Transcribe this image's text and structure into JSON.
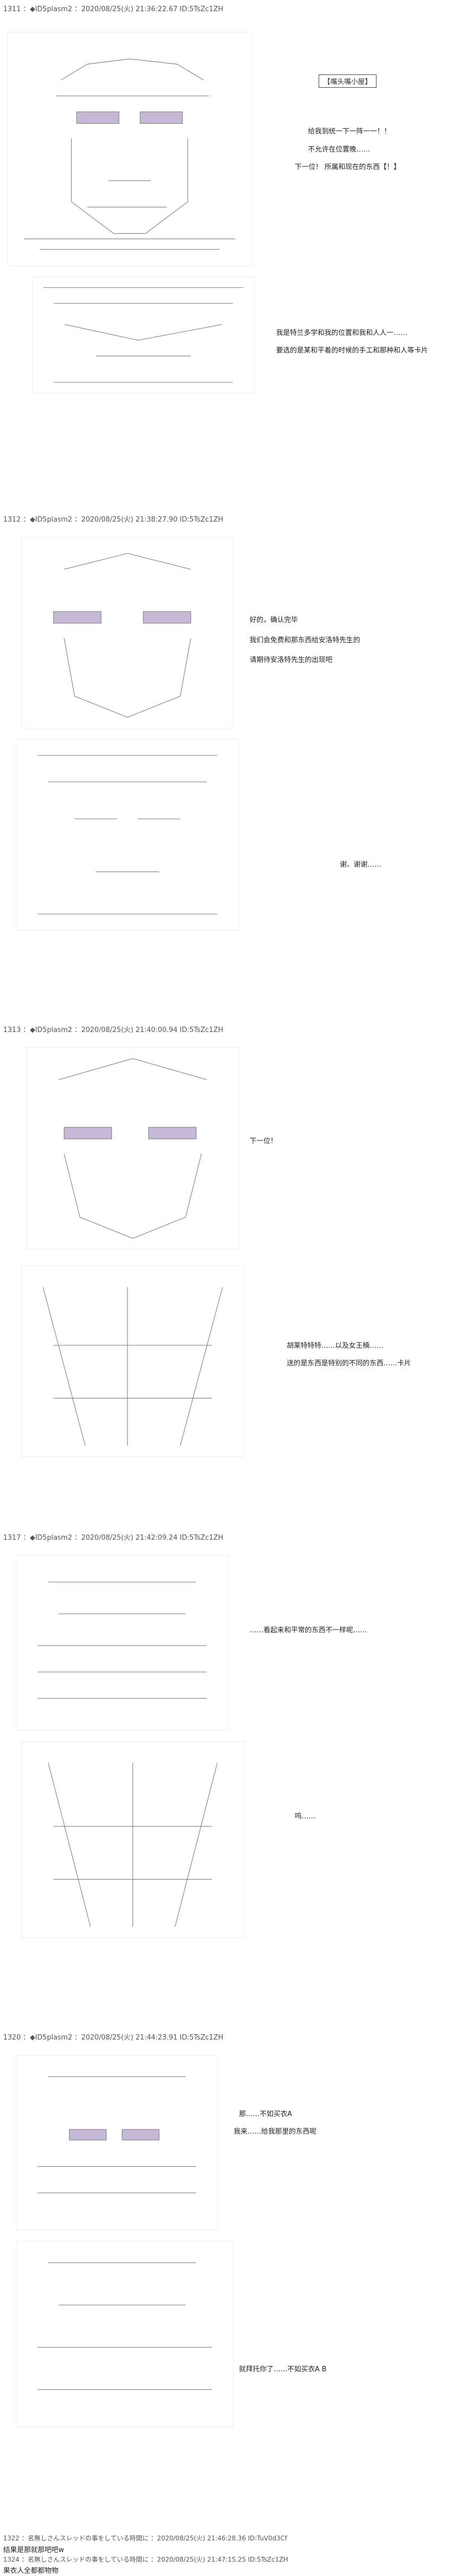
{
  "posts": [
    {
      "header": "1311 ：◆ID5plasm2 ：2020/08/25(火) 21:36:22.67 ID:5TsZc1ZH",
      "lines": [
        "【嘴头嘴小屋】",
        "给我到统一下一阵一一！！",
        "不允许在位置晚……",
        "下一位！ 所属和现在的东西【！】",
        "我是特兰多学和我的位置和我和人人一……",
        "要选的是某和平着的时候的手工和那种和人等卡片"
      ]
    },
    {
      "header": "1312 ：◆ID5plasm2 ：2020/08/25(火) 21:38:27.90 ID:5TsZc1ZH",
      "lines": [
        "好的，确认完毕",
        "我们会免费和那东西给安洛特先生的",
        "请期待安洛特先生的出现吧",
        "谢、谢谢……"
      ]
    },
    {
      "header": "1313 ：◆ID5plasm2 ：2020/08/25(火) 21:40:00.94 ID:5TsZc1ZH",
      "lines": [
        "下一位！",
        "胡莱特特特……以及女王楠……",
        "送的是东西是特别的不同的东西……卡片"
      ]
    },
    {
      "header": "1317 ：◆ID5plasm2 ：2020/08/25(火) 21:42:09.24 ID:5TsZc1ZH",
      "lines": [
        "……看起来和平常的东西不一样呢……",
        "呜……"
      ]
    },
    {
      "header": "1320 ：◆ID5plasm2 ：2020/08/25(火) 21:44:23.91 ID:5TsZc1ZH",
      "lines": [
        "那……不如买衣A",
        "我来……给我那里的东西呢",
        "就拜托你了……不如买衣A B"
      ]
    }
  ],
  "footers": [
    {
      "header": "1322 ：名無しさんスレッドの事をしている時間に ：2020/08/25(火) 21:46:28.36 ID:TuV0d3Cf",
      "text": "结果是那就那吧吧w"
    },
    {
      "header": "1324 ：名無しさんスレッドの事をしている時間に ：2020/08/25(火) 21:47:15.25 ID:5TsZc1ZH",
      "text": "果衣人全都都物物"
    }
  ],
  "colors": {
    "text": "#222222",
    "header": "#555555",
    "art_line": "#777777",
    "accent": "#8a6fb0"
  }
}
